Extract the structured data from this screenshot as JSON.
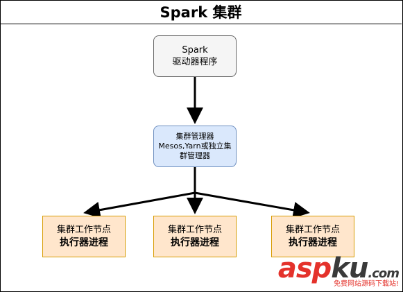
{
  "title": "Spark 集群",
  "driver": {
    "line1": "Spark",
    "line2": "驱动器程序"
  },
  "manager": {
    "text": "集群管理器 Mesos,Yarn或独立集群管理器"
  },
  "workers": [
    {
      "line1": "集群工作节点",
      "line2": "执行器进程"
    },
    {
      "line1": "集群工作节点",
      "line2": "执行器进程"
    },
    {
      "line1": "集群工作节点",
      "line2": "执行器进程"
    }
  ],
  "watermark": {
    "logo_left": "asp",
    "logo_right": "ku",
    "suffix": ".com",
    "subtitle": "免费网站源码下载站!"
  },
  "colors": {
    "driver_fill": "#f5f5f5",
    "manager_fill": "#dae8fc",
    "worker_fill": "#ffe6cc",
    "worker_border": "#d79b00",
    "watermark_red": "#e4322b"
  }
}
